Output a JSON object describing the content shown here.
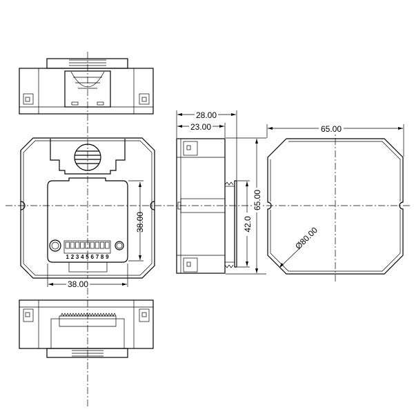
{
  "drawing": {
    "front_view": {
      "dim_height": "38.00",
      "dim_width": "38.00",
      "dip_switch_labels": [
        "1",
        "2",
        "3",
        "4",
        "5",
        "6",
        "7",
        "8",
        "9"
      ]
    },
    "side_view": {
      "dim_total_depth": "28.00",
      "dim_body_depth": "23.00",
      "dim_connector_height": "42.0",
      "dim_body_height": "65.00"
    },
    "back_view": {
      "dim_width": "65.00",
      "dim_diameter": "Ø80.00"
    }
  }
}
